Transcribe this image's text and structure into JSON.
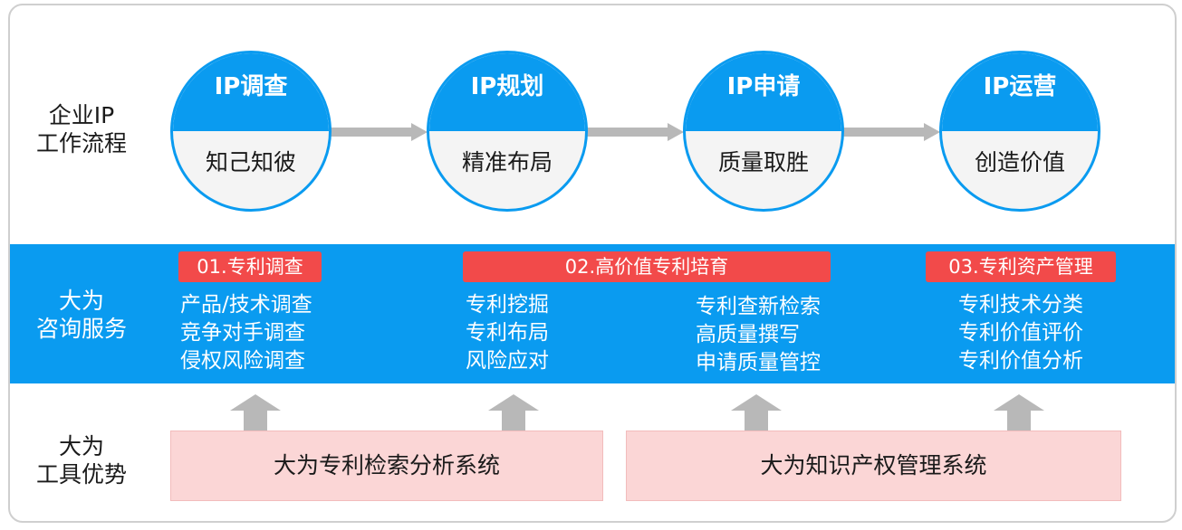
{
  "rows": {
    "workflow_label": [
      "企业IP",
      "工作流程"
    ],
    "service_label": [
      "大为",
      "咨询服务"
    ],
    "tools_label": [
      "大为",
      "工具优势"
    ]
  },
  "stages": [
    {
      "title": "IP调查",
      "subtitle": "知己知彼"
    },
    {
      "title": "IP规划",
      "subtitle": "精准布局"
    },
    {
      "title": "IP申请",
      "subtitle": "质量取胜"
    },
    {
      "title": "IP运营",
      "subtitle": "创造价值"
    }
  ],
  "services": {
    "tags": [
      "01.专利调查",
      "02.高价值专利培育",
      "03.专利资产管理"
    ],
    "group1": [
      "产品/技术调查",
      "竞争对手调查",
      "侵权风险调查"
    ],
    "group2a": [
      "专利挖掘",
      "专利布局",
      "风险应对"
    ],
    "group2b": [
      "专利查新检索",
      "高质量撰写",
      "申请质量管控"
    ],
    "group3": [
      "专利技术分类",
      "专利价值评价",
      "专利价值分析"
    ]
  },
  "tools": [
    "大为专利检索分析系统",
    "大为知识产权管理系统"
  ],
  "colors": {
    "primary_blue": "#0a9bf0",
    "tag_red": "#f24a4a",
    "tool_pink": "#fbd6d6",
    "arrow_gray": "#b8b8b8"
  }
}
